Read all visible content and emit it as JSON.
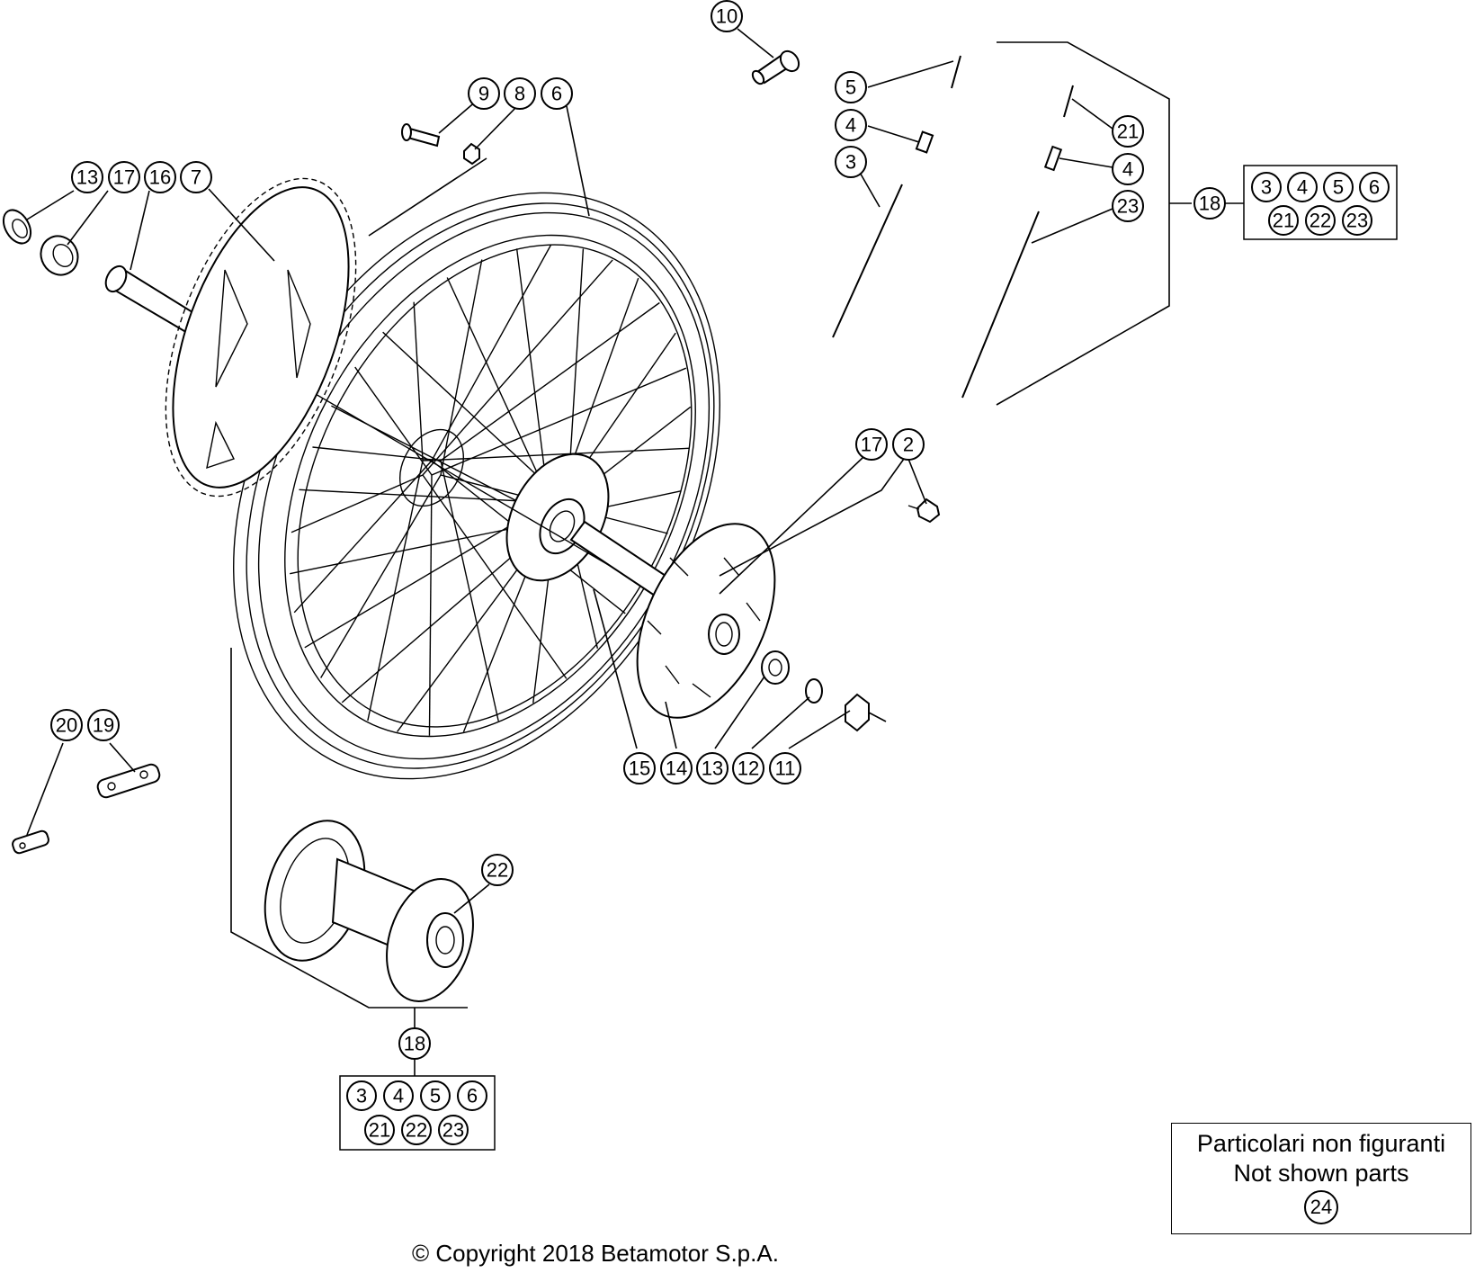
{
  "callouts": {
    "c10": "10",
    "c9": "9",
    "c8": "8",
    "c6": "6",
    "c5": "5",
    "c4a": "4",
    "c3": "3",
    "c21": "21",
    "c4b": "4",
    "c23": "23",
    "c18a": "18",
    "c13a": "13",
    "c17a": "17",
    "c16": "16",
    "c7": "7",
    "c17b": "17",
    "c2": "2",
    "c20": "20",
    "c19": "19",
    "c22": "22",
    "c15": "15",
    "c14": "14",
    "c13b": "13",
    "c12": "12",
    "c11": "11",
    "c18b": "18"
  },
  "kit_top": [
    "3",
    "4",
    "5",
    "6",
    "21",
    "22",
    "23"
  ],
  "kit_bottom": [
    "3",
    "4",
    "5",
    "6",
    "21",
    "22",
    "23"
  ],
  "note": {
    "line1": "Particolari non figuranti",
    "line2": "Not shown parts",
    "number": "24"
  },
  "copyright": "© Copyright 2018 Betamotor S.p.A."
}
